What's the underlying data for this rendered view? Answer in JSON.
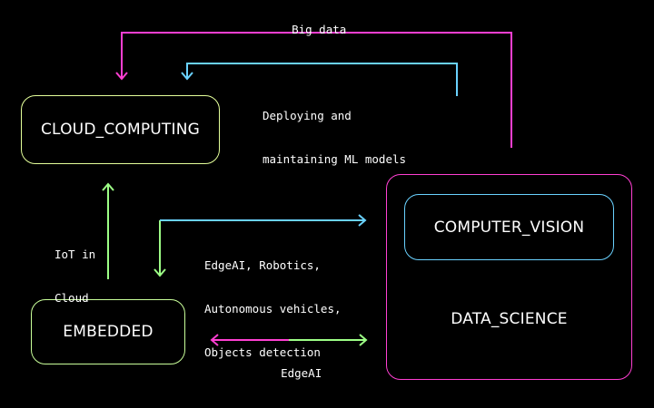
{
  "nodes": {
    "cloud": "CLOUD_COMPUTING",
    "embedded": "EMBEDDED",
    "data_science": "DATA_SCIENCE",
    "computer_vision": "COMPUTER_VISION"
  },
  "edges": {
    "big_data": "Big data",
    "ml_models_line1": "Deploying and",
    "ml_models_line2": "maintaining ML models",
    "iot_line1": "IoT in",
    "iot_line2": "Cloud",
    "cv_line1": "EdgeAI, Robotics,",
    "cv_line2": "Autonomous vehicles,",
    "cv_line3": "Objects detection",
    "edgeai": "EdgeAI"
  },
  "colors": {
    "magenta": "#ff3fd2",
    "cyan": "#6ad2ff",
    "green": "#9dff86",
    "cloud_border": "#e4ff9a",
    "embedded_border": "#c9ff9a",
    "cv_border": "#6ad2ff",
    "ds_border": "#ff3fd2"
  }
}
